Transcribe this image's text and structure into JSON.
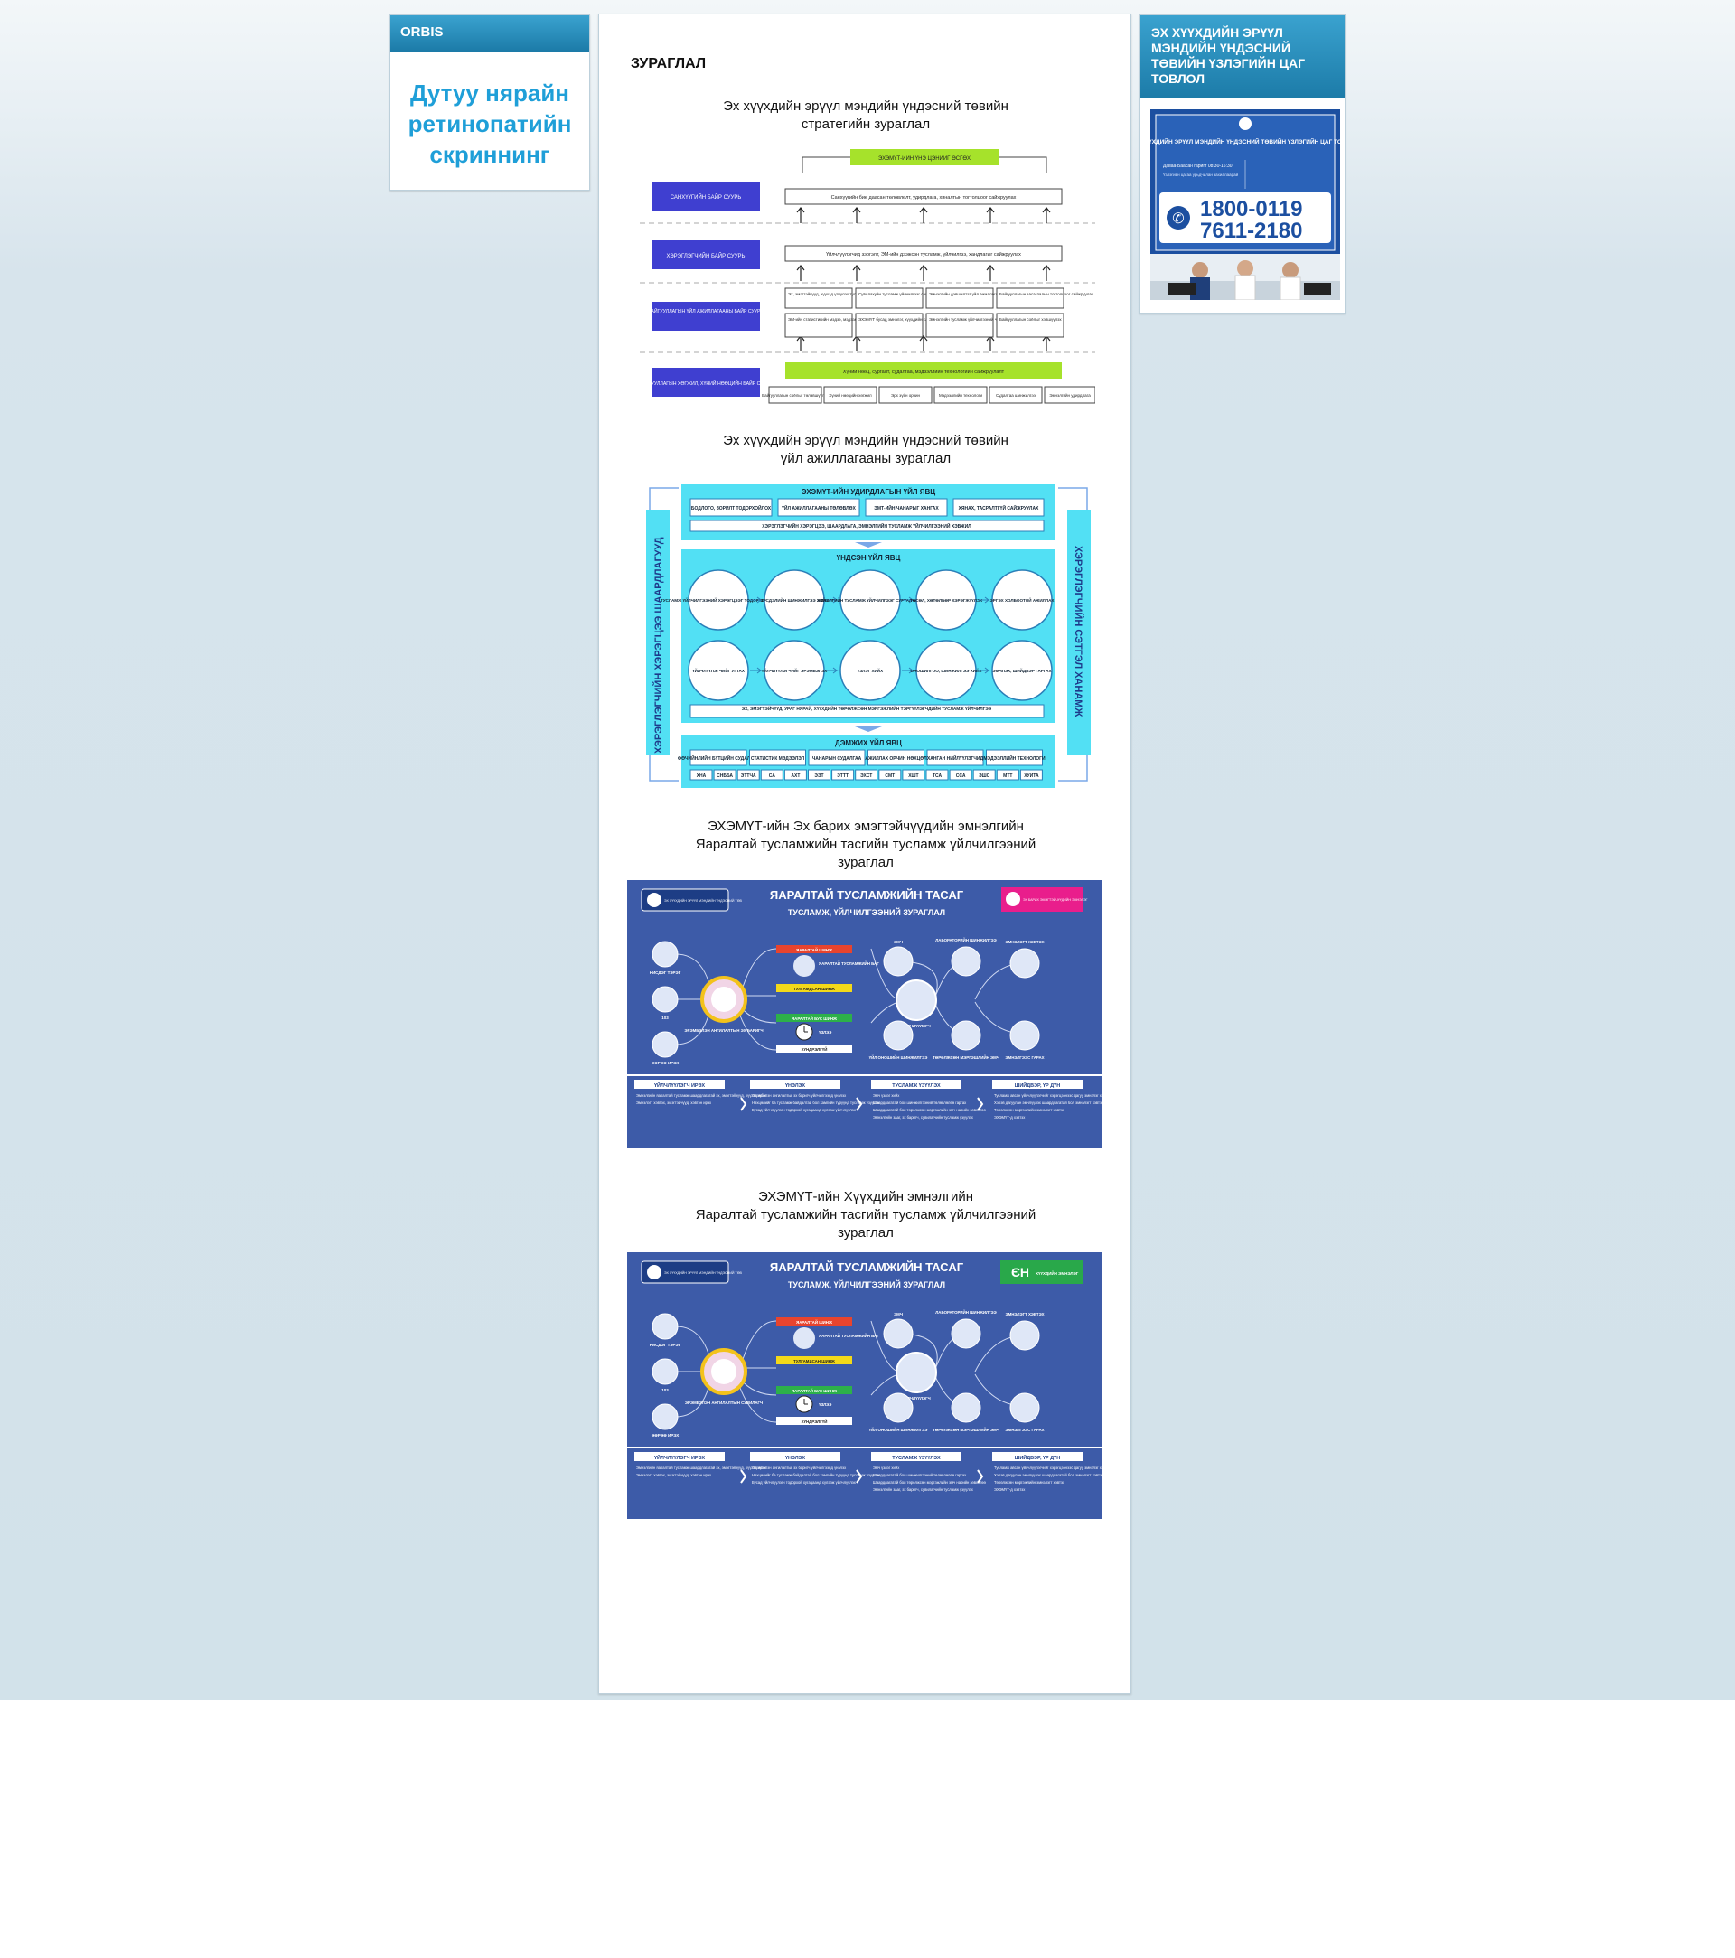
{
  "left_panel": {
    "header": "ORBIS",
    "promo_lines": [
      "Дутуу нярайн",
      "ретинопатийн",
      "скриннинг"
    ]
  },
  "main": {
    "title": "ЗУРАГЛАЛ",
    "figures": [
      {
        "caption": [
          "Эх хүүхдийн эрүүл мэндийн үндэсний төвийн",
          "стратегийн зураглал"
        ]
      },
      {
        "caption": [
          "Эх хүүхдийн эрүүл мэндийн үндэсний төвийн",
          "үйл ажиллагааны зураглал"
        ]
      },
      {
        "caption": [
          "ЭХЭМҮТ-ийн Эх барих эмэгтэйчүүдийн эмнэлгийн",
          "Яаралтай тусламжийн тасгийн тусламж үйлчилгээний",
          "зураглал"
        ]
      },
      {
        "caption": [
          "ЭХЭМҮТ-ийн Хүүхдийн эмнэлгийн",
          "Яаралтай тусламжийн тасгийн тусламж үйлчилгээний",
          "зураглал"
        ]
      }
    ]
  },
  "strategy": {
    "top_goal": "ЭХЭМҮТ-ИЙН ҮНЭ ЦЭНИЙГ ӨСГӨХ",
    "levels": [
      "САНХҮҮГИЙН БАЙР СУУРЬ",
      "ХЭРЭГЛЭГЧИЙН БАЙР СУУРЬ",
      "БАЙГУУЛЛАГЫН ҮЙЛ АЖИЛЛАГААНЫ БАЙР СУУРЬ",
      "БАЙГУУЛЛАГЫН ХӨГЖИЛ, ХҮНИЙ НӨӨЦИЙН БАЙР СУУРЬ"
    ],
    "finance_box": "Санхүүгийн бие даасан төлөвлөлт, удирдлага, хяналтын тогтолцоог сайжруулах",
    "customer_box": "Үйлчлүүлэгчид зэргэлт, ЭМ-ийн дээжсэн тусламж, үйлчилгээ, хандлагыг сайжруулах",
    "process_boxes": [
      "Эх, эмэгтэйчүүд, хүүхэд үзүүлэх тусламж үйлчилгээг сайжруулах",
      "Сувилахуйн тусламж үйлчилгээг сайжруулах",
      "Эмнэлгийн дэвшилтэт үйл ажиллагааг сайжруулах",
      "Байгууллагын засаглалын тогтолцоог сайжруулах",
      "ЭМ-ийн статистикийн мэдээ, мэдээлэлд болон хэрэглээ",
      "ЭХЭМҮТ бусад эмнэлэг, хүүхдийн сайдыг",
      "Эмнэлгийн тусламж үйлчилгээний чанарыг сайжруулах",
      "Байгууллагын соёлыг хэвшүүлэх"
    ],
    "growth_bar": "Хүний нөөц, сургалт, судалгаа, мэдээллийн технологийн сайжруулалт",
    "growth_boxes": [
      "Байгууллагын соёлыг төлөвшүүлэх",
      "Хүний нөөцийн хөгжил",
      "Эрх зүйн орчин",
      "Мэдээллийн технологи",
      "Судалгаа шинжилгээ",
      "Эмнэлгийн удирдлага"
    ]
  },
  "operations": {
    "mgmt_header": "ЭХЭМҮТ-ИЙН УДИРДЛАГЫН ҮЙЛ ЯВЦ",
    "mgmt_boxes": [
      "БОДЛОГО, ЗОРИЛТ ТОДОРХОЙЛОХ",
      "ҮЙЛ АЖИЛЛАГААНЫ ТӨЛӨВЛӨХ",
      "ЭМТ-ИЙН ЧАНАРЫГ ХАНГАХ",
      "ХЯНАХ, ТАСРАЛТГҮЙ САЙЖРУУЛАХ"
    ],
    "mgmt_strip": "ХЭРЭГЛЭГЧИЙН ХЭРЭГЦЭЭ, ШААРДЛАГА, ЭМНЭЛГИЙН ТУСЛАМЖ ҮЙЛЧИЛГЭЭНИЙ ХЭВЖИЛ",
    "core_header": "ҮНДСЭН ҮЙЛ ЯВЦ",
    "core_circles": [
      "ТУСЛАМЖ ҮЙЛЧИЛГЭЭНИЙ ХЭРЭГЦЭЭГ ТОДОРХОЙЛОХ",
      "ЭРСДЭЛИЙН ШИНЖИЛГЭЭ ХИЙХ",
      "ЭМНЭЛГИЙН ТУСЛАМЖ ҮЙЛЧИЛГЭЭГ СУРТАЛЧЛАХ",
      "ТӨСӨЛ, ХӨТӨЛБӨР ХЭРЭГЖҮҮЛЭХ",
      "ЭРГЭХ ХОЛБООТОЙ АЖИЛЛАХ",
      "ҮЙЛЧЛҮҮЛЭГЧИЙГ УГТАХ",
      "ҮЙЛЧЛҮҮЛЭГЧИЙГ ЭРЭМБЭЛЭХ",
      "ҮЗЛЭГ ХИЙХ",
      "ОНОШИЛГОО, ШИНЖИЛГЭЭ ХИЙХ",
      "ЭМЧЛЭХ, ШИЙДВЭР ГАРГАХ"
    ],
    "core_strip": "ЭХ, ЭМЭГТЭЙЧҮҮД, УРАГ НЯРАЙ, ХҮҮХДИЙН ТӨРӨЛЖСӨН МЭРГЭЖЛИЙН ТЭРГҮҮЛЭГЧДИЙН ТУСЛАМЖ ҮЙЛЧИЛГЭЭ",
    "support_header": "ДЭМЖИХ ҮЙЛ ЯВЦ",
    "support_boxes": [
      "ФӨЧИЙНЛИЙН БҮТЦИЙН СУДАЛГАА",
      "СТАТИСТИК МЭДЭЭЛЭЛ",
      "ЧАНАРЫН СУДАЛГАА",
      "АЖИЛЛАХ ОРЧИН НӨХЦӨЛ",
      "ХАНГАН НИЙЛҮҮЛЭГЧИД",
      "МЭДЭЭЛЛИЙН ТЕХНОЛОГИ"
    ],
    "support_abbrev": [
      "ХНА",
      "СНББА",
      "ЭТТЧА",
      "СА",
      "АХТ",
      "ЭЭТ",
      "ЭТТТ",
      "ЭХСТ",
      "СМТ",
      "ХШТ",
      "ТСА",
      "ССА",
      "ЭШС",
      "МТТ",
      "ХУИТА"
    ],
    "left_side": "ХЭРЭГЛЭГЧИЙН ХЭРЭГЦЭЭ ШААРДЛАГУУД",
    "right_side": "ХЭРЭГЛЭГЧИЙН СЭТГЭЛ ХАНАМЖ"
  },
  "er_chart": {
    "title": "ЯАРАЛТАЙ ТУСЛАМЖИЙН ТАСАГ",
    "subtitle": "ТУСЛАМЖ, ҮЙЛЧИЛГЭЭНИЙ ЗУРАГЛАЛ",
    "logo_text": "ЭХ ХҮҮХДИЙН ЭРҮҮЛ МЭНДИЙН ҮНДЭСНИЙ ТӨВ",
    "maternity_badge": "ЭХ БАРИХ ЭМЭГТЭЙЧҮҮДИЙН ЭМНЭЛЭГ",
    "child_badge": "ХҮҮХДИЙН ЭМНЭЛЭГ",
    "child_badge_mark": "ЄН",
    "sources": [
      "НИСДЭГ ТЭРЭГ",
      "103",
      "ӨӨРӨӨ ИРЭХ"
    ],
    "triage_maternity": "ЭРЭМБЭЛЭН АНГИЛАЛТЫН ЭХ БАРИГЧ",
    "triage_child": "ЭРЭМБЭЛЭН АНГИЛАЛТЫН СУВИЛАГЧ",
    "priorities": [
      "ЯАРАЛТАЙ ШИНЖ",
      "ТУЛГАМДСАН ШИНЖ",
      "ЯАРАЛТАЙ БУС ШИНЖ",
      "ХҮНДРЭЛГҮЙ"
    ],
    "team": "ЯАРАЛТАЙ ТУСЛАМЖИЙН БАГ",
    "exam": "ҮЗЛЭЭ",
    "doctor": "ЭМЧ",
    "lab": "ЛАБОРАТОРИЙН ШИНЖИЛГЭЭ",
    "patient": "ҮЙЛЧЛҮҮЛЭГЧ",
    "function_test": "ҮЙЛ ОНОШИЙН ШИНЖИЛГЭЭ",
    "specialist": "ТӨРӨЛЖСӨН МЭРГЭШЛИЙН ЭМЧ",
    "outcome_hospital": "ЭМНЭЛЭГТ ХЭВТЭХ",
    "outcome_home": "ЭМНЭЛГЭЭС ГАРАХ",
    "steps": [
      "ҮЙЛЧЛҮҮЛЭГЧ ИРЭХ",
      "ҮНЭЛЭХ",
      "ТУСЛАМЖ ҮЗҮҮЛЭХ",
      "ШИЙДВЭР, ҮР ДҮН"
    ],
    "step_notes": [
      [
        "Эмнэлгийн яаралтай тусламж шаардлагатай эх, эмэгтэйчүүд, хүүхэд ирэх",
        "Эмнэлэгт хэвтэх, эмэгтэйчүүд, хэвтэн ирэх"
      ],
      [
        "Эрэмбэлэн ангилалтыг эх баригч үйлчилгээнд үнэлэх",
        "Нөхцөлийг ба тусламж байдалтай бол хамгийн түрүүнд тусламж үзүүлэх",
        "Бусад үйлчлүүлэгч тодорхой хугацаанд хүлээж үйлчлүүлэх"
      ],
      [
        "Эмч үзлэг хийх",
        "Шаардлагатай бол шинжилгээний төлөвлөлөө гаргах",
        "Шаардлагатай бол төрөлжсөн мэргэжлийн эмч нарийн зөвлөгөө",
        "Эмнэлгийн зааг, эх баригч, сувилагчийн тусламж үзүүлэх"
      ],
      [
        "Тусламж авсан үйлчлүүлэгчийг хэрэгцээнээс дагуу эмнэлэг хэвтүүлэх",
        "Хэрэв дагуулан эмчлүүлэх шаардлагатай бол эмнэлэгт хэвтэх",
        "Төрөлжсөн мэргэжлийн эмнэлэгт хэвтэх",
        "ЭХЭМҮТ-д хэвтэх"
      ]
    ]
  },
  "right_panel": {
    "header": "ЭХ ХҮҮХДИЙН ЭРҮҮЛ МЭНДИЙН ҮНДЭСНИЙ ТӨВИЙН ҮЗЛЭГИЙН ЦАГ ТОВЛОЛ",
    "poster_title": "ЭХ ХҮҮХДИЙН ЭРҮҮЛ МЭНДИЙН ҮНДЭСНИЙ ТӨВИЙН ҮЗЛЭГИЙН ЦАГ ТОВЛОЛ",
    "poster_hours": "Даваа-Баасан гаригт 08:30-16:30",
    "poster_note": "Үзлэгийн цагаа урьдчилан захиалаарай",
    "phone1": "1800-0119",
    "phone2": "7611-2180"
  },
  "colors": {
    "header_blue": "#2a8fbe",
    "promo_blue": "#1f9fd8",
    "infographic_blue": "#3d5ba8",
    "cyan": "#52e0f4",
    "lime": "#a6e22b",
    "indigo": "#3f3fd0"
  }
}
